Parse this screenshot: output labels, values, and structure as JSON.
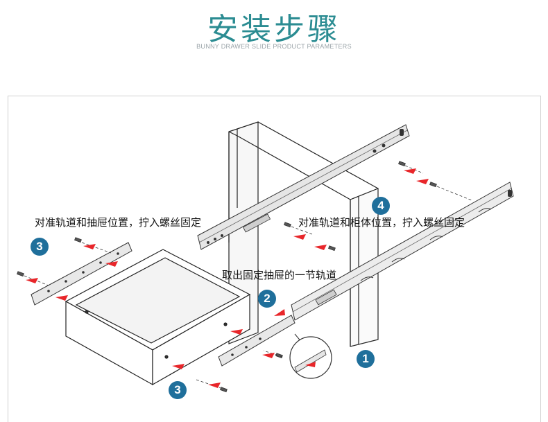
{
  "header": {
    "title": "安装步骤",
    "subtitle": "BUNNY DRAWER SLIDE PRODUCT PARAMETERS"
  },
  "diagram": {
    "instructions": {
      "align_drawer": "对准轨道和抽屉位置，拧入螺丝固定",
      "align_cabinet": "对准轨道和柜体位置，拧入螺丝固定",
      "remove_rail": "取出固定抽屉的一节轨道"
    },
    "steps": {
      "one": "1",
      "two": "2",
      "three_left": "3",
      "three_bottom": "3",
      "four": "4"
    }
  },
  "colors": {
    "title": "#2b8c92",
    "badge": "#1f6f9b",
    "arrow": "#e8262a"
  }
}
